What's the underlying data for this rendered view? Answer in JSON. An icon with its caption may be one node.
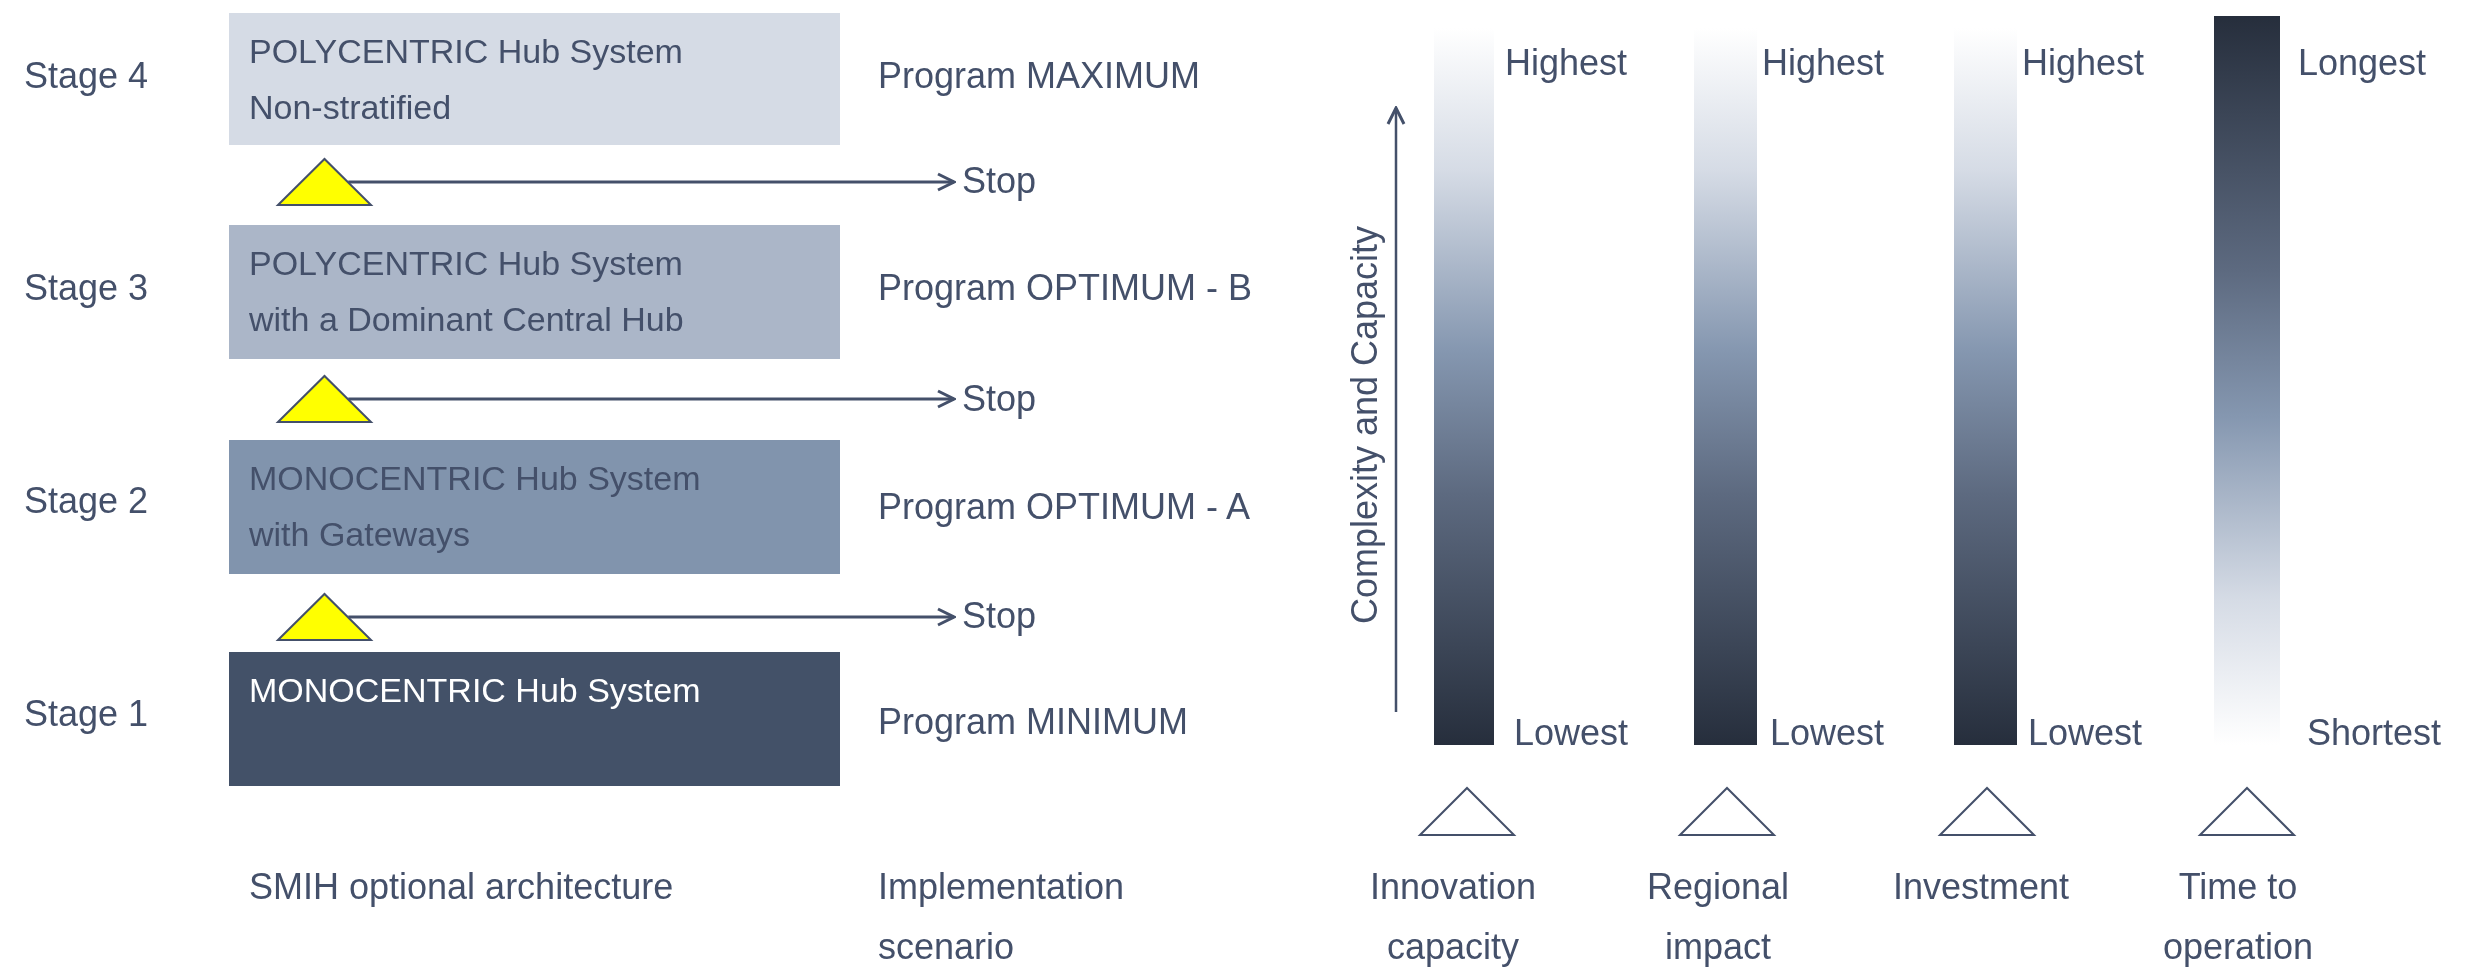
{
  "diagram": {
    "nodes": [
      {
        "text": [
          "POLYCENTRIC Hub System Non-stratified"
        ],
        "beside": [
          "Stage 4",
          "Program MAXIMUM"
        ]
      },
      {
        "text": [],
        "shape": "triangle"
      },
      {
        "text": [
          "Stop"
        ]
      },
      {
        "text": [
          "POLYCENTRIC Hub System with a Dominant Central Hub"
        ],
        "beside": [
          "Stage 3",
          "Program OPTIMUM - B"
        ]
      },
      {
        "text": [],
        "shape": "triangle"
      },
      {
        "text": [
          "Stop"
        ]
      },
      {
        "text": [
          "MONOCENTRIC Hub System with Gateways"
        ],
        "beside": [
          "Stage 2",
          "Program OPTIMUM - A"
        ]
      },
      {
        "text": [],
        "shape": "triangle"
      },
      {
        "text": [
          "Stop"
        ]
      },
      {
        "text": [
          "MONOCENTRIC Hub System"
        ],
        "beside": [
          "Stage 1",
          "Program MINIMUM"
        ]
      },
      {
        "text": [],
        "shape": "bar",
        "beside": [
          "Highest",
          "Lowest"
        ]
      },
      {
        "text": [],
        "shape": "bar",
        "beside": [
          "Highest",
          "Lowest"
        ]
      },
      {
        "text": [],
        "shape": "bar",
        "beside": [
          "Highest",
          "Lowest"
        ]
      },
      {
        "text": [],
        "shape": "bar",
        "beside": [
          "Longest",
          "Shortest"
        ]
      }
    ],
    "edges": [
      {
        "from": 1,
        "to": 2,
        "arrow": "to"
      },
      {
        "from": 4,
        "to": 5,
        "arrow": "to"
      },
      {
        "from": 7,
        "to": 8,
        "arrow": "to"
      }
    ],
    "labels": [
      "Complexity and Capacity",
      "SMIH optional architecture",
      "Implementation scenario",
      "Innovation capacity",
      "Regional impact",
      "Investment",
      "Time to operation"
    ]
  }
}
